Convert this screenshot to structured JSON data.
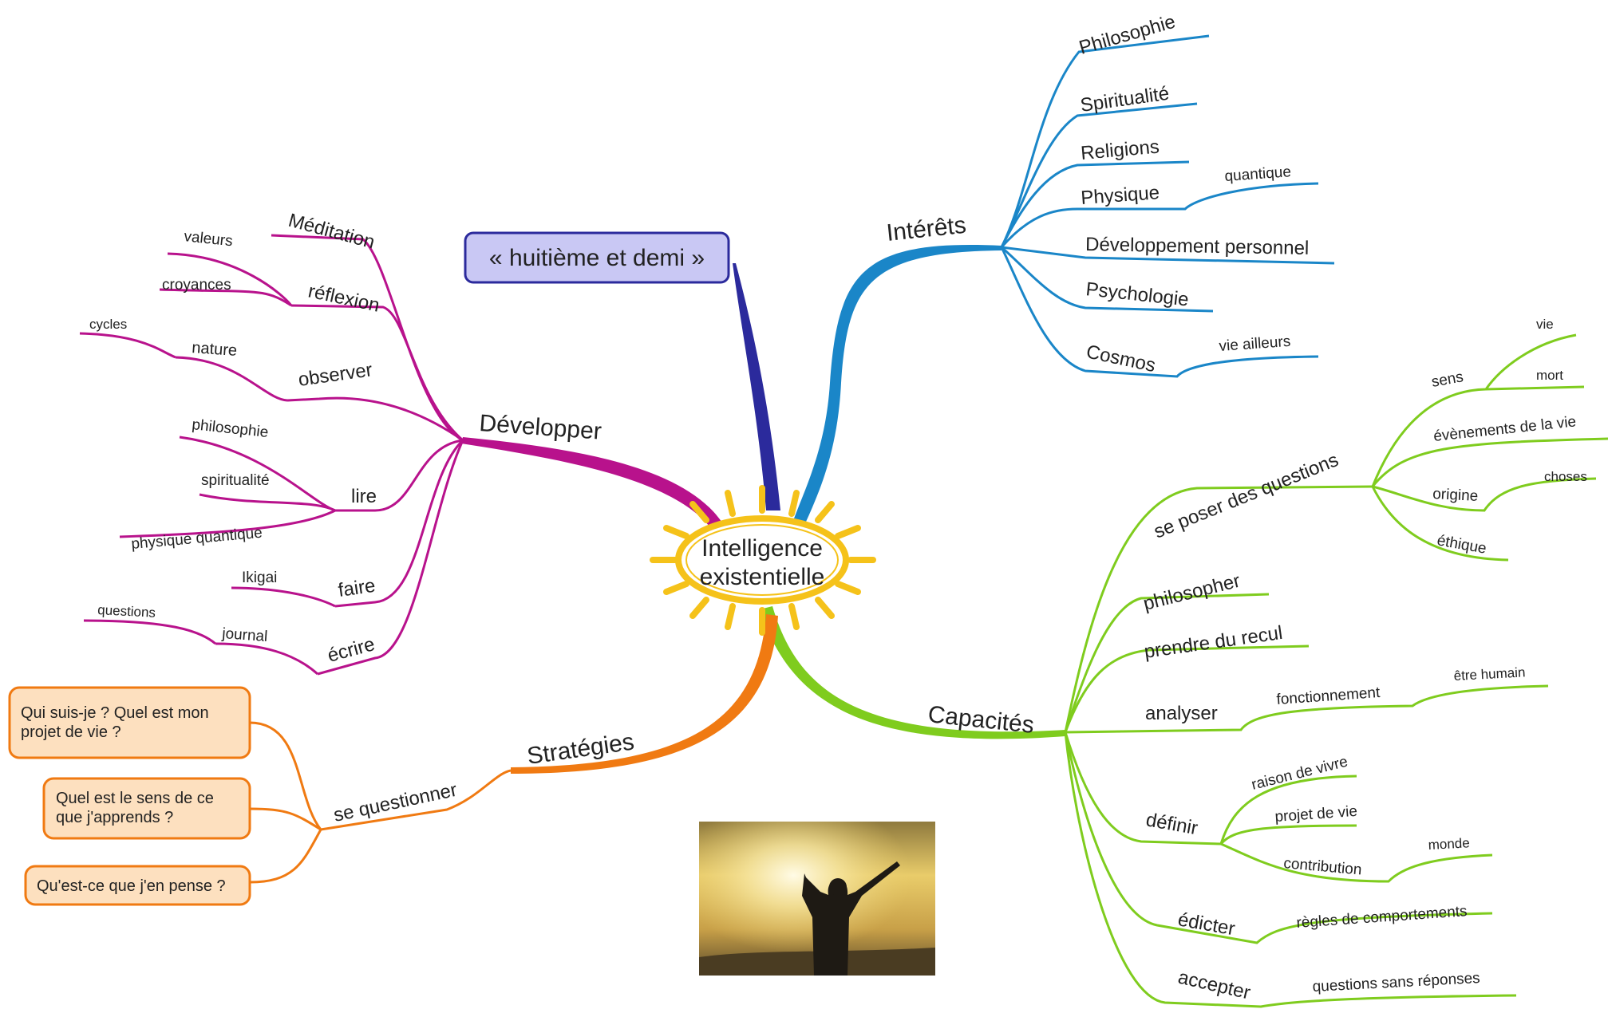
{
  "center": {
    "line1": "Intelligence",
    "line2": "existentielle"
  },
  "callout": "« huitième et demi »",
  "colors": {
    "developper": "#b8128c",
    "interets": "#1a86c8",
    "capacites": "#7fcc1e",
    "strategies": "#f07a12",
    "callout_line": "#2b2a9c",
    "callout_fill": "#c9c8f4",
    "sun": "#f5c21a",
    "box_fill": "#fde0bf",
    "box_border": "#f07a12"
  },
  "developper": {
    "label": "Développer",
    "meditation": "Méditation",
    "reflexion": "réflexion",
    "valeurs": "valeurs",
    "croyances": "croyances",
    "observer": "observer",
    "nature": "nature",
    "cycles": "cycles",
    "lire": "lire",
    "philosophie": "philosophie",
    "spiritualite": "spiritualité",
    "physique_quantique": "physique quantique",
    "faire": "faire",
    "ikigai": "Ikigai",
    "ecrire": "écrire",
    "journal": "journal",
    "questions": "questions"
  },
  "interets": {
    "label": "Intérêts",
    "philosophie": "Philosophie",
    "spiritualite": "Spiritualité",
    "religions": "Religions",
    "physique": "Physique",
    "quantique": "quantique",
    "developpement": "Développement personnel",
    "psychologie": "Psychologie",
    "cosmos": "Cosmos",
    "vie_ailleurs": "vie ailleurs"
  },
  "capacites": {
    "label": "Capacités",
    "se_poser": "se poser des questions",
    "sens": "sens",
    "vie": "vie",
    "mort": "mort",
    "evenements": "évènements de la vie",
    "origine": "origine",
    "choses": "choses",
    "ethique": "éthique",
    "philosopher": "philosopher",
    "prendre_recul": "prendre du recul",
    "analyser": "analyser",
    "fonctionnement": "fonctionnement",
    "etre_humain": "être humain",
    "definir": "définir",
    "raison_vivre": "raison de vivre",
    "projet_vie": "projet de vie",
    "contribution": "contribution",
    "monde": "monde",
    "edicter": "édicter",
    "regles": "règles de comportements",
    "accepter": "accepter",
    "questions_sans": "questions sans réponses"
  },
  "strategies": {
    "label": "Stratégies",
    "se_questionner": "se questionner",
    "q1_line1": "Qui suis-je ? Quel est mon",
    "q1_line2": "projet de vie ?",
    "q2_line1": "Quel est le sens de ce",
    "q2_line2": "que j'apprends ?",
    "q3": "Qu'est-ce que j'en pense ?"
  },
  "photo": {
    "icon": "person-raising-arms-sunrise-photo"
  }
}
